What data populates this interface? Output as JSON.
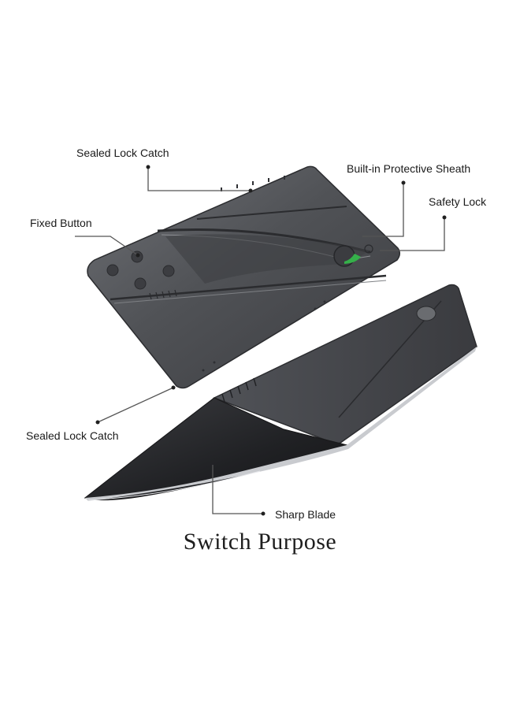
{
  "callouts": {
    "sealed_lock_catch_top": "Sealed Lock Catch",
    "builtin_protective_sheath": "Built-in Protective Sheath",
    "safety_lock": "Safety Lock",
    "fixed_button": "Fixed Button",
    "sealed_lock_catch_bottom": "Sealed Lock Catch",
    "sharp_blade": "Sharp Blade"
  },
  "caption": "Switch Purpose",
  "colors": {
    "card_fill": "#4a4c50",
    "blade_fill": "#2a2b2e",
    "accent_green": "#35b04a",
    "leader_line": "#555555"
  }
}
